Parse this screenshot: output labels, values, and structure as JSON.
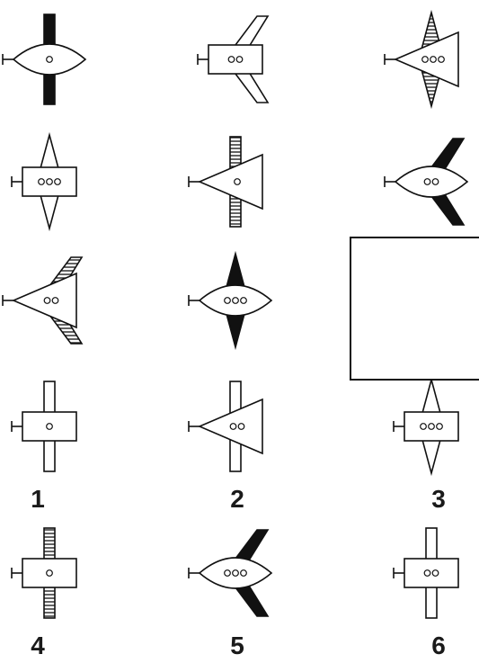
{
  "puzzle": {
    "grid_rows": [
      [
        {
          "body": "ellipse",
          "wing": "bar-vertical",
          "fill": "solid",
          "windows": 1
        },
        {
          "body": "rectangle",
          "wing": "swept-back",
          "fill": "none",
          "windows": 2
        },
        {
          "body": "triangle",
          "wing": "diamond",
          "fill": "hatched",
          "windows": 3
        }
      ],
      [
        {
          "body": "rectangle",
          "wing": "diamond",
          "fill": "none",
          "windows": 3
        },
        {
          "body": "triangle",
          "wing": "bar-vertical",
          "fill": "hatched",
          "windows": 1
        },
        {
          "body": "ellipse",
          "wing": "swept-back",
          "fill": "solid",
          "windows": 2
        }
      ],
      [
        {
          "body": "triangle",
          "wing": "swept-back",
          "fill": "hatched",
          "windows": 2
        },
        {
          "body": "ellipse",
          "wing": "diamond",
          "fill": "solid",
          "windows": 3
        },
        {
          "missing": true
        }
      ]
    ],
    "answer_options": [
      {
        "label": "1",
        "body": "rectangle",
        "wing": "bar-vertical",
        "fill": "none",
        "windows": 1
      },
      {
        "label": "2",
        "body": "triangle",
        "wing": "bar-vertical",
        "fill": "none",
        "windows": 2
      },
      {
        "label": "3",
        "body": "rectangle",
        "wing": "diamond",
        "fill": "none",
        "windows": 3
      },
      {
        "label": "4",
        "body": "rectangle",
        "wing": "bar-vertical",
        "fill": "hatched",
        "windows": 1
      },
      {
        "label": "5",
        "body": "ellipse",
        "wing": "swept-back",
        "fill": "solid",
        "windows": 3
      },
      {
        "label": "6",
        "body": "rectangle",
        "wing": "bar-vertical",
        "fill": "none",
        "windows": 2
      }
    ]
  }
}
